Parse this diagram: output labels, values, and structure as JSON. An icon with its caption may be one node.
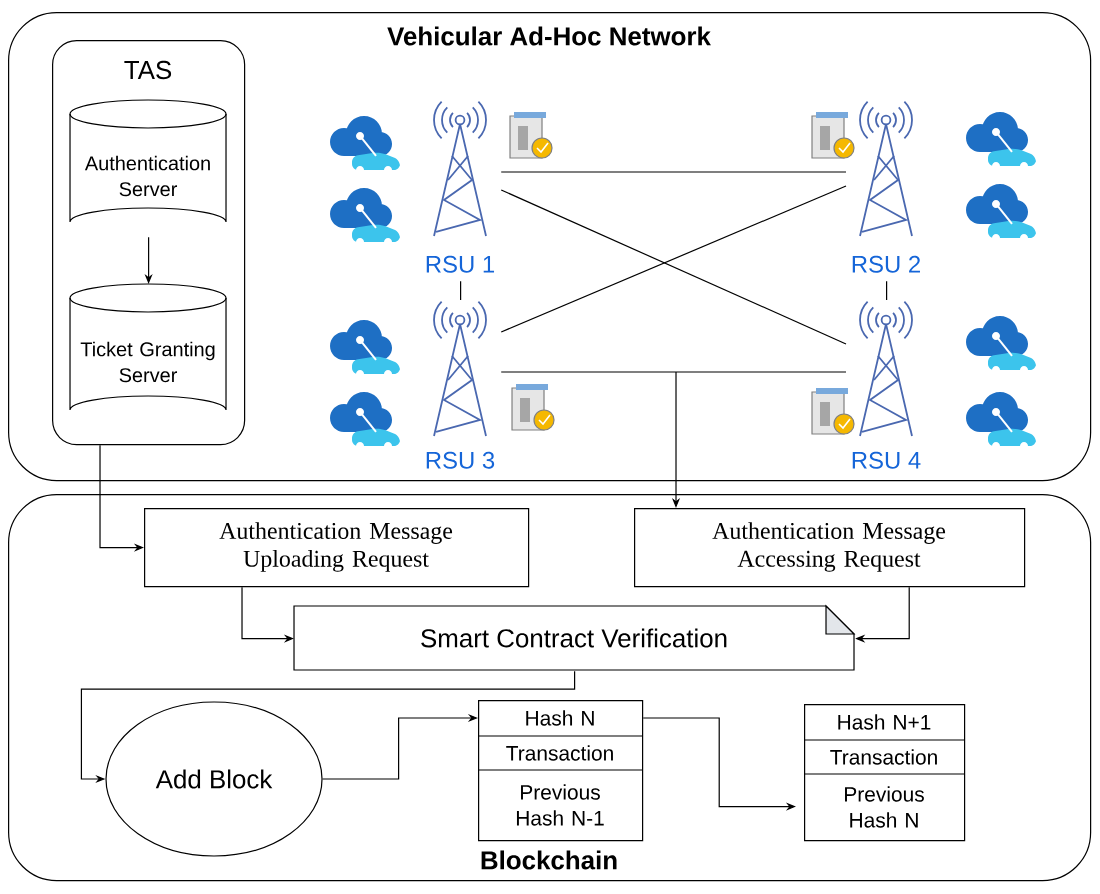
{
  "diagram": {
    "nodes": [
      {
        "text": [
          "Vehicular Ad-Hoc Network"
        ]
      },
      {
        "text": [
          "TAS"
        ],
        "in": 0
      },
      {
        "text": [
          "Authentication Server"
        ],
        "in": 1
      },
      {
        "text": [
          "Ticket Granting Server"
        ],
        "in": 1
      },
      {
        "text": [
          "RSU 1"
        ],
        "in": 0
      },
      {
        "text": [
          "RSU 2"
        ],
        "in": 0
      },
      {
        "text": [
          "RSU 3"
        ],
        "in": 0
      },
      {
        "text": [
          "RSU 4"
        ],
        "in": 0
      },
      {
        "text": [
          "Blockchain"
        ]
      },
      {
        "text": [
          "Authentication Message Uploading Request"
        ],
        "in": 8
      },
      {
        "text": [
          "Authentication Message Accessing Request"
        ],
        "in": 8
      },
      {
        "text": [
          "Smart Contract Verification"
        ],
        "in": 8
      },
      {
        "text": [
          "Add Block"
        ],
        "in": 8
      },
      {
        "text": [
          "Hash N",
          "Transaction",
          "Previous Hash N-1"
        ],
        "in": 8
      },
      {
        "text": [
          "Hash N+1",
          "Transaction",
          "Previous Hash N"
        ],
        "in": 8
      }
    ],
    "edges": [
      {
        "from": 2,
        "to": 3,
        "arrow": "to"
      },
      {
        "from": 4,
        "to": 5,
        "arrow": "none"
      },
      {
        "from": 4,
        "to": 6,
        "arrow": "none"
      },
      {
        "from": 5,
        "to": 7,
        "arrow": "none"
      },
      {
        "from": 6,
        "to": 7,
        "arrow": "none"
      },
      {
        "from": 4,
        "to": 7,
        "arrow": "none"
      },
      {
        "from": 6,
        "to": 5,
        "arrow": "none"
      },
      {
        "from": 1,
        "to": 9,
        "arrow": "to"
      },
      {
        "from": null,
        "to": 10,
        "arrow": "to"
      },
      {
        "from": 9,
        "to": 11,
        "arrow": "to"
      },
      {
        "from": 10,
        "to": 11,
        "arrow": "to"
      },
      {
        "from": 11,
        "to": 12,
        "arrow": "to"
      },
      {
        "from": 12,
        "to": 13,
        "arrow": "to"
      },
      {
        "from": 13,
        "to": 14,
        "arrow": "to"
      }
    ]
  }
}
